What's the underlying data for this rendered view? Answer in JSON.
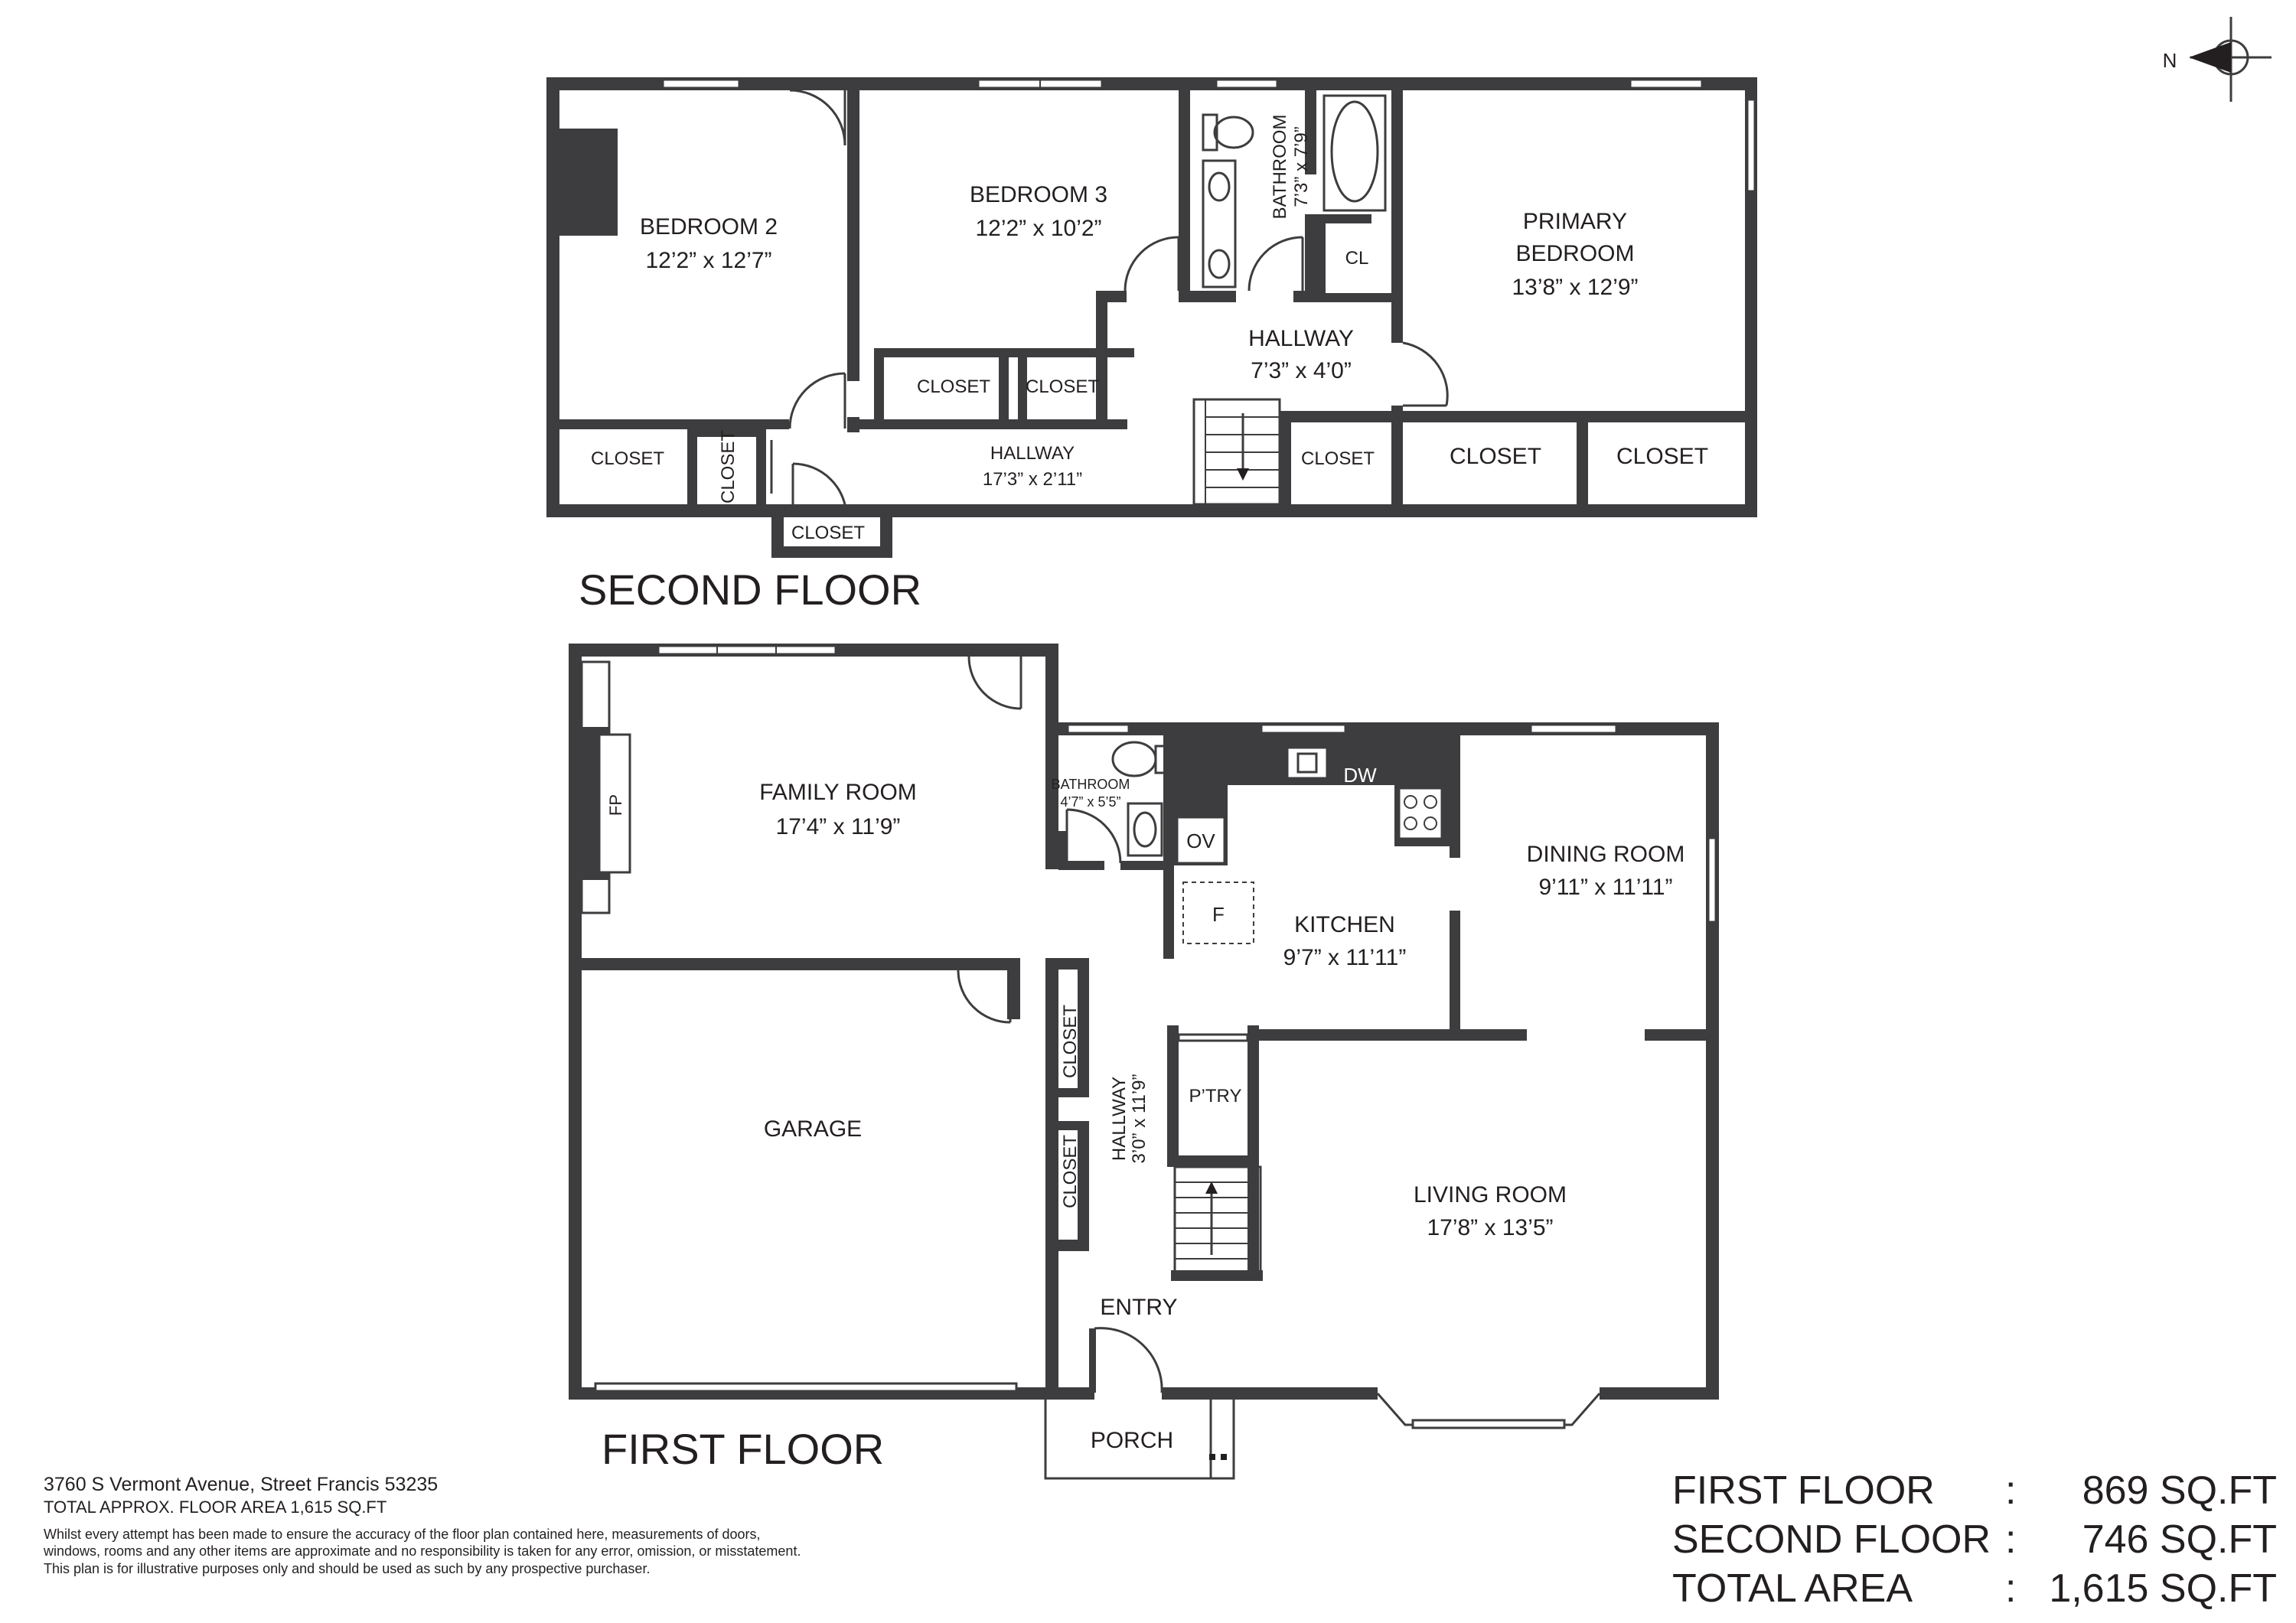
{
  "compass": {
    "label": "N"
  },
  "second_floor": {
    "title": "SECOND FLOOR",
    "rooms": {
      "bedroom2": {
        "name": "BEDROOM 2",
        "dims": "12’2” x 12’7”"
      },
      "bedroom3": {
        "name": "BEDROOM 3",
        "dims": "12’2” x 10’2”"
      },
      "bathroom": {
        "name": "BATHROOM",
        "dims": "7’3” x 7’9”"
      },
      "primary": {
        "name": "PRIMARY",
        "name2": "BEDROOM",
        "dims": "13’8” x 12’9”"
      },
      "hallway_upper": {
        "name": "HALLWAY",
        "dims": "7’3” x 4’0”"
      },
      "hallway_lower": {
        "name": "HALLWAY",
        "dims": "17’3” x 2’11”"
      },
      "closet_bed3_a": {
        "name": "CLOSET"
      },
      "closet_bed3_b": {
        "name": "CLOSET"
      },
      "closet_bed2": {
        "name": "CLOSET"
      },
      "closet_vertical": {
        "name": "CLOSET"
      },
      "closet_small": {
        "name": "CLOSET"
      },
      "closet_hall": {
        "name": "CLOSET"
      },
      "closet_primary_a": {
        "name": "CLOSET"
      },
      "closet_primary_b": {
        "name": "CLOSET"
      },
      "cl": {
        "name": "CL"
      }
    }
  },
  "first_floor": {
    "title": "FIRST FLOOR",
    "rooms": {
      "family": {
        "name": "FAMILY ROOM",
        "dims": "17’4” x 11’9”"
      },
      "fp": {
        "name": "FP"
      },
      "bathroom": {
        "name": "BATHROOM",
        "dims": "4’7” x 5’5”"
      },
      "dw": {
        "name": "DW"
      },
      "ov": {
        "name": "OV"
      },
      "f": {
        "name": "F"
      },
      "kitchen": {
        "name": "KITCHEN",
        "dims": "9’7” x 11’11”"
      },
      "dining": {
        "name": "DINING ROOM",
        "dims": "9’11” x 11’11”"
      },
      "garage": {
        "name": "GARAGE"
      },
      "closet_a": {
        "name": "CLOSET"
      },
      "closet_b": {
        "name": "CLOSET"
      },
      "hallway": {
        "name": "HALLWAY",
        "dims": "3’0” x 11’9”"
      },
      "pantry": {
        "name": "P’TRY"
      },
      "living": {
        "name": "LIVING ROOM",
        "dims": "17’8” x 13’5”"
      },
      "entry": {
        "name": "ENTRY"
      },
      "porch": {
        "name": "PORCH"
      }
    }
  },
  "footer": {
    "address": "3760 S Vermont Avenue, Street Francis 53235",
    "total_approx": "TOTAL APPROX. FLOOR AREA 1,615 SQ.FT",
    "disclaimer_1": "Whilst every attempt has been made to ensure the accuracy of the floor plan contained here, measurements of doors,",
    "disclaimer_2": "windows, rooms and any other items are approximate and no responsibility is taken for any error, omission, or misstatement.",
    "disclaimer_3": "This plan is for illustrative purposes only and should be used as such by any prospective purchaser."
  },
  "totals": {
    "separator": ":",
    "rows": [
      {
        "label": "FIRST FLOOR",
        "value": "869 SQ.FT"
      },
      {
        "label": "SECOND FLOOR",
        "value": "746 SQ.FT"
      },
      {
        "label": "TOTAL AREA",
        "value": "1,615 SQ.FT"
      }
    ]
  }
}
